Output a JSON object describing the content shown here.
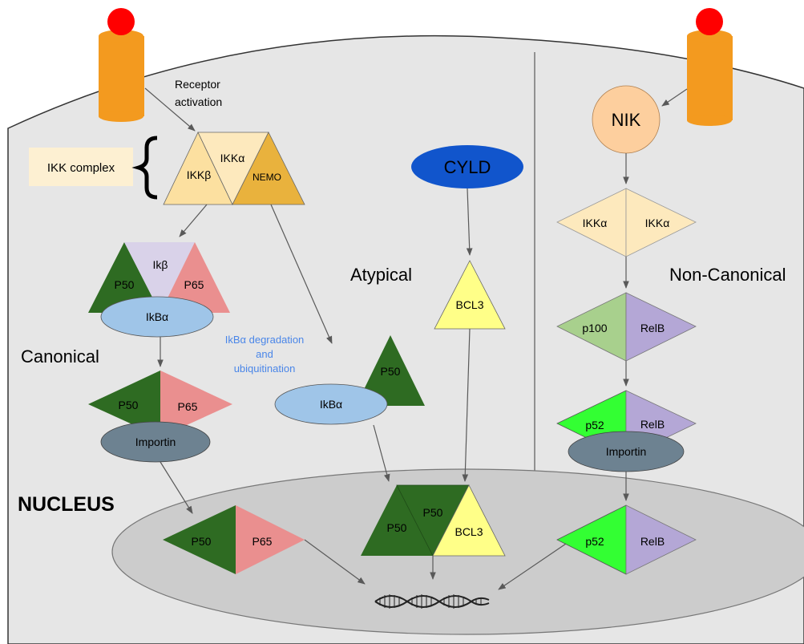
{
  "labels": {
    "receptor_activation_line1": "Receptor",
    "receptor_activation_line2": "activation",
    "ikk_complex": "IKK complex",
    "canonical": "Canonical",
    "atypical": "Atypical",
    "non_canonical": "Non-Canonical",
    "nucleus": "NUCLEUS",
    "degradation_line1": "IkBα degradation",
    "degradation_line2": "and",
    "degradation_line3": "ubiquitination"
  },
  "proteins": {
    "ikkb": "IKKβ",
    "ikka": "IKKα",
    "nemo": "NEMO",
    "p50": "P50",
    "ikb": "Ikβ",
    "p65": "P65",
    "ikba": "IkBα",
    "importin": "Importin",
    "cyld": "CYLD",
    "bcl3": "BCL3",
    "nik": "NIK",
    "ikka_lc": "IKKα",
    "p100": "p100",
    "relb": "RelB",
    "p52": "p52"
  },
  "colors": {
    "cell": "#e6e6e6",
    "nucleus": "#cccccc",
    "receptor": "#f39a1f",
    "ligand": "#ff0000",
    "ikk_light": "#fde9bd",
    "ikk_mid": "#fce0a0",
    "nemo": "#e9b23d",
    "dark_green": "#2e6b22",
    "lavender": "#d9d2e9",
    "pink": "#ea8f8f",
    "light_blue": "#9fc5e8",
    "slate": "#6d8291",
    "cyld": "#1155cc",
    "yellow": "#ffff88",
    "nik": "#fdcf9e",
    "sage": "#a8d08d",
    "purple": "#b4a7d6",
    "bright_green": "#33ff33",
    "blue_text": "#4a86e8"
  },
  "icons": [
    "receptor-icon",
    "dna-helix-icon"
  ]
}
